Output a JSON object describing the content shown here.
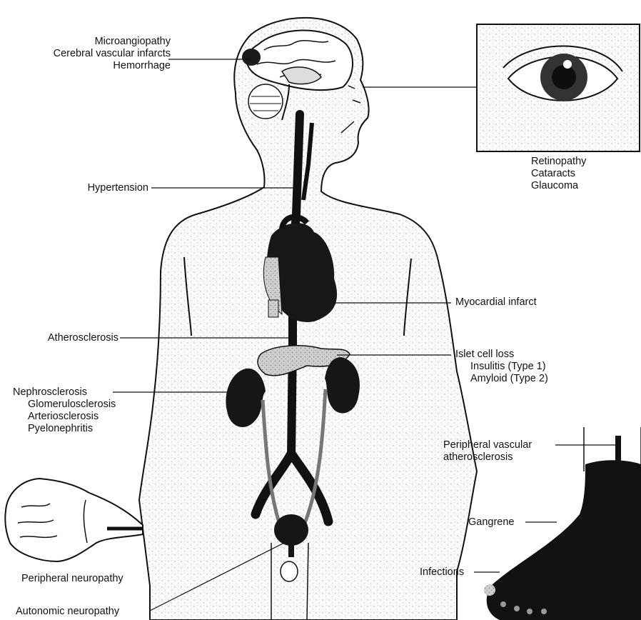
{
  "brain": {
    "lines": [
      "Microangiopathy",
      "Cerebral vascular infarcts",
      "Hemorrhage"
    ]
  },
  "eye": {
    "lines": [
      "Retinopathy",
      "Cataracts",
      "Glaucoma"
    ]
  },
  "hypertension": "Hypertension",
  "myocardial": "Myocardial infarct",
  "atherosclerosis": "Atherosclerosis",
  "islet": {
    "main": "Islet cell loss",
    "sub": [
      "Insulitis (Type 1)",
      "Amyloid (Type 2)"
    ]
  },
  "kidney": {
    "main": "Nephrosclerosis",
    "sub": [
      "Glomerulosclerosis",
      "Arteriosclerosis",
      "Pyelonephritis"
    ]
  },
  "foot": {
    "vascular": [
      "Peripheral vascular",
      "atherosclerosis"
    ],
    "gangrene": "Gangrene",
    "infections": "Infections"
  },
  "hand": {
    "neuropathy": "Peripheral neuropathy"
  },
  "autonomic": "Autonomic neuropathy",
  "colors": {
    "outline": "#111111",
    "stipple": "#bdbdbd",
    "organ_dark": "#161616",
    "organ_gray": "#9a9a9a"
  }
}
